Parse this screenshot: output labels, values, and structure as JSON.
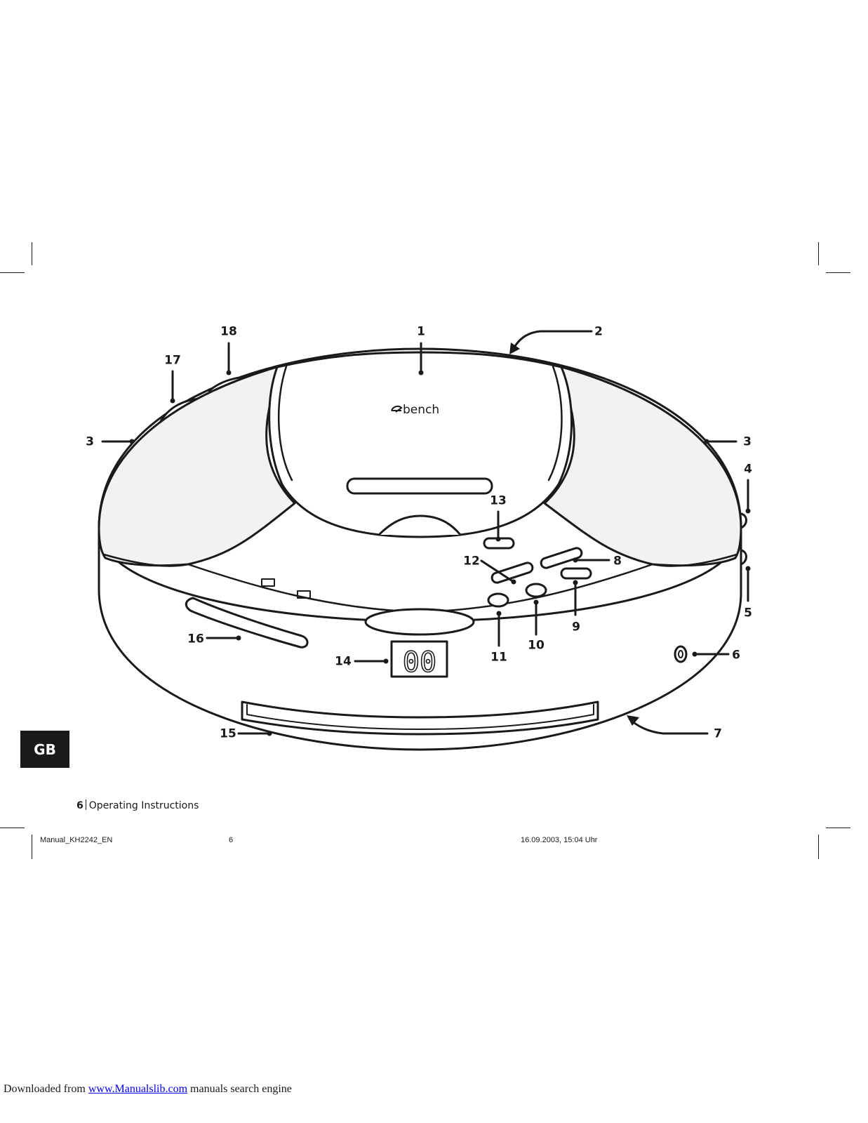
{
  "figure": {
    "brand_logo": "bench",
    "display_digits": "00",
    "callouts": {
      "c1": "1",
      "c2": "2",
      "c3l": "3",
      "c3r": "3",
      "c4": "4",
      "c5": "5",
      "c6": "6",
      "c7": "7",
      "c8": "8",
      "c9": "9",
      "c10": "10",
      "c11": "11",
      "c12": "12",
      "c13": "13",
      "c14": "14",
      "c15": "15",
      "c16": "16",
      "c17": "17",
      "c18": "18"
    }
  },
  "language_tab": "GB",
  "footer": {
    "page_number": "6",
    "section": "Operating Instructions"
  },
  "slug": {
    "file": "Manual_KH2242_EN",
    "page": "6",
    "datetime": "16.09.2003, 15:04 Uhr"
  },
  "download_line": {
    "prefix": "Downloaded from",
    "link_text": "www.Manualslib.com",
    "suffix": "manuals search engine"
  }
}
